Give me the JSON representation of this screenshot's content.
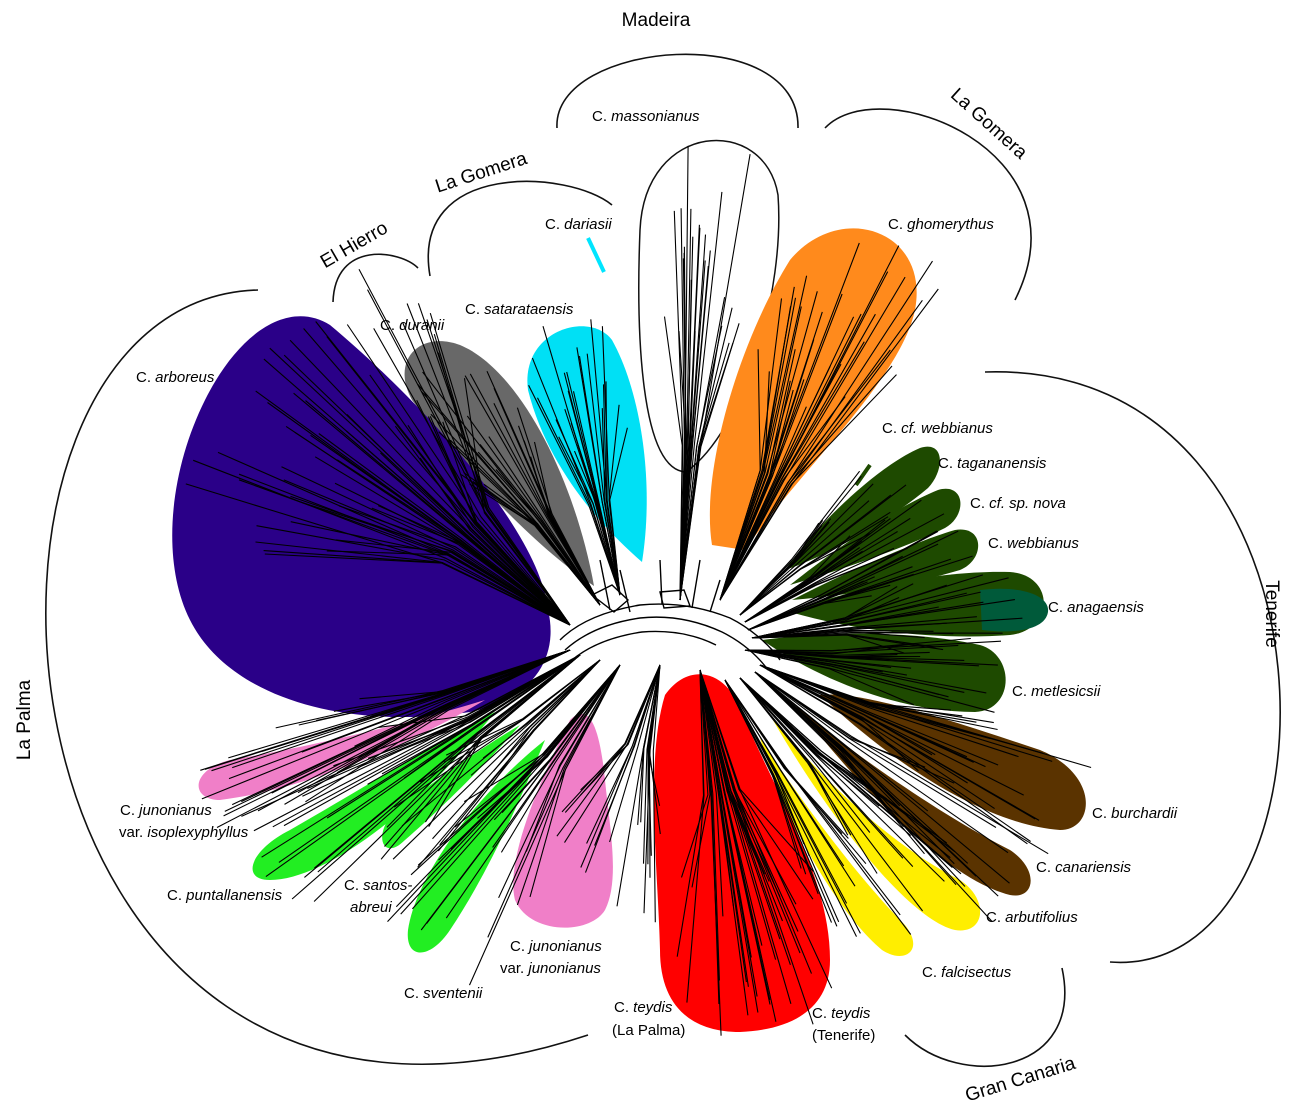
{
  "islands": {
    "madeira": "Madeira",
    "la_gomera_right": "La Gomera",
    "la_gomera_left": "La Gomera",
    "el_hierro": "El Hierro",
    "la_palma": "La Palma",
    "tenerife": "Tenerife",
    "gran_canaria": "Gran Canaria"
  },
  "taxa": {
    "massonianus": {
      "genus": "C.",
      "epithet": "massonianus",
      "color": "#ffffff"
    },
    "dariasii": {
      "genus": "C.",
      "epithet": "dariasii",
      "color": "#00e5ff"
    },
    "ghomerythus": {
      "genus": "C.",
      "epithet": "ghomerythus",
      "color": "#ff8a1c"
    },
    "satarataensis": {
      "genus": "C.",
      "epithet": "satarataensis",
      "color": "#00e0f5"
    },
    "duranii": {
      "genus": "C.",
      "epithet": "duranii",
      "color": "#686868"
    },
    "arboreus": {
      "genus": "C.",
      "epithet": "arboreus",
      "color": "#2a0088"
    },
    "cf_webbianus": {
      "genus": "C.",
      "epithet": "cf. webbianus",
      "color": "#1e4a00"
    },
    "tagananensis": {
      "genus": "C.",
      "epithet": "tagananensis",
      "color": "#1e4a00"
    },
    "cf_sp_nova": {
      "genus": "C.",
      "epithet": "cf. sp. nova",
      "color": "#1e4a00"
    },
    "webbianus": {
      "genus": "C.",
      "epithet": "webbianus",
      "color": "#1e4a00"
    },
    "anagaensis": {
      "genus": "C.",
      "epithet": "anagaensis",
      "color": "#005a3a"
    },
    "metlesicsii": {
      "genus": "C.",
      "epithet": "metlesicsii",
      "color": "#1e4a00"
    },
    "burchardii": {
      "genus": "C.",
      "epithet": "burchardii",
      "color": "#5a3300"
    },
    "canariensis": {
      "genus": "C.",
      "epithet": "canariensis",
      "color": "#5a3300"
    },
    "arbutifolius": {
      "genus": "C.",
      "epithet": "arbutifolius",
      "color": "#ffee00"
    },
    "falcisectus": {
      "genus": "C.",
      "epithet": "falcisectus",
      "color": "#ffee00"
    },
    "teydis_tenerife": {
      "genus": "C.",
      "epithet": "teydis",
      "note": "(Tenerife)",
      "color": "#ff0000"
    },
    "teydis_la_palma": {
      "genus": "C.",
      "epithet": "teydis",
      "note": "(La Palma)",
      "color": "#ff0000"
    },
    "junonianus_junonianus": {
      "genus": "C.",
      "epithet": "junonianus",
      "line2_rank": "var.",
      "line2_epithet": "junonianus",
      "color": "#f07fc8"
    },
    "sventenii": {
      "genus": "C.",
      "epithet": "sventenii",
      "color": "#22ee22"
    },
    "santos_abreui": {
      "genus": "C.",
      "epithet": "santos-",
      "line2_epithet": "abreui",
      "color": "#22ee22"
    },
    "puntallanensis": {
      "genus": "C.",
      "epithet": "puntallanensis",
      "color": "#22ee22"
    },
    "junonianus_isoplexyphyllus": {
      "genus": "C.",
      "epithet": "junonianus",
      "line2_rank": "var.",
      "line2_epithet": "isoplexyphyllus",
      "color": "#f07fc8"
    }
  }
}
